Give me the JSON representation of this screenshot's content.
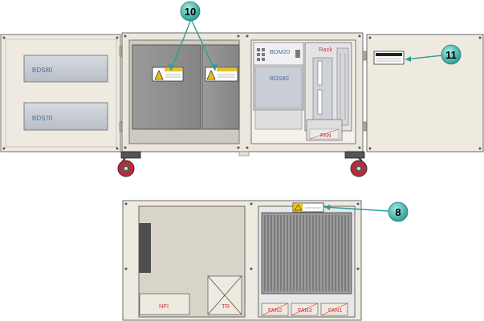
{
  "callouts": {
    "c10": "10",
    "c11": "11",
    "c8": "8"
  },
  "left_door": {
    "top_plate": "BDS80",
    "bottom_plate": "BDS70"
  },
  "right_cabinet": {
    "bdm": "BDM20",
    "bds": "BDS80",
    "rack": "Rack",
    "fan": "FAN"
  },
  "bottom_unit": {
    "nfi": "NFI",
    "tr": "TR",
    "fan2": "FAN2",
    "fan3": "FAN3",
    "fan1": "FAN1"
  },
  "colors": {
    "panel": "#efeae0",
    "panel_dark": "#d9d4c9",
    "gray_door": "#8e8e8e",
    "callout": "#3fb8b0",
    "wheel": "#c0283a"
  }
}
